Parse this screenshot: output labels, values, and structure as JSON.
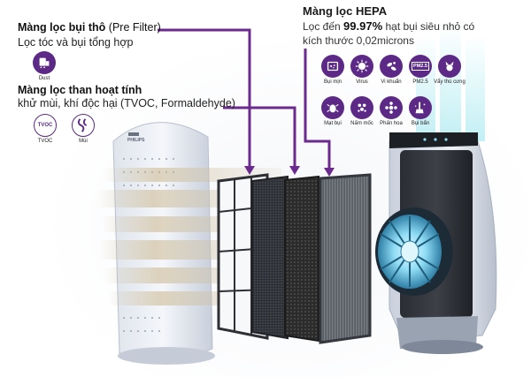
{
  "pre_filter": {
    "title": "Màng lọc bụi thô",
    "title_sub": "(Pre Filter)",
    "desc": "Lọc tóc và bụi tổng hợp",
    "badge_label": "Dust"
  },
  "carbon_filter": {
    "title": "Màng lọc than hoạt tính",
    "desc": "khử mùi, khí độc hại (TVOC, Formaldehyde)",
    "badges": [
      {
        "label": "TVOC",
        "icon": "tvoc-icon"
      },
      {
        "label": "Mùi",
        "icon": "odor-icon"
      }
    ],
    "tvoc_icon_text": "TVOC"
  },
  "hepa_filter": {
    "title": "Màng lọc HEPA",
    "desc_prefix": "Lọc đến",
    "desc_highlight": "99.97%",
    "desc_suffix": "hạt bụi siêu nhỏ có",
    "desc_line2": "kích thước 0,02microns",
    "badges_row1": [
      {
        "label": "Bụi mịn",
        "icon": "fine-dust-icon"
      },
      {
        "label": "Virus",
        "icon": "virus-icon"
      },
      {
        "label": "Vi khuẩn",
        "icon": "bacteria-icon"
      },
      {
        "label": "PM2.5",
        "icon": "pm25-icon"
      },
      {
        "label": "Vẩy thú cưng",
        "icon": "pet-dander-icon"
      }
    ],
    "badges_row2": [
      {
        "label": "Mạt bụi",
        "icon": "dust-mite-icon"
      },
      {
        "label": "Nấm mốc",
        "icon": "mold-icon"
      },
      {
        "label": "Phấn hoa",
        "icon": "pollen-icon"
      },
      {
        "label": "Bụi bẩn",
        "icon": "dirt-icon"
      }
    ],
    "pm25_icon_text": "PM2.5"
  },
  "device": {
    "brand": "PHILIPS"
  },
  "colors": {
    "accent": "#5c2a86",
    "line": "#6b2a8e"
  }
}
